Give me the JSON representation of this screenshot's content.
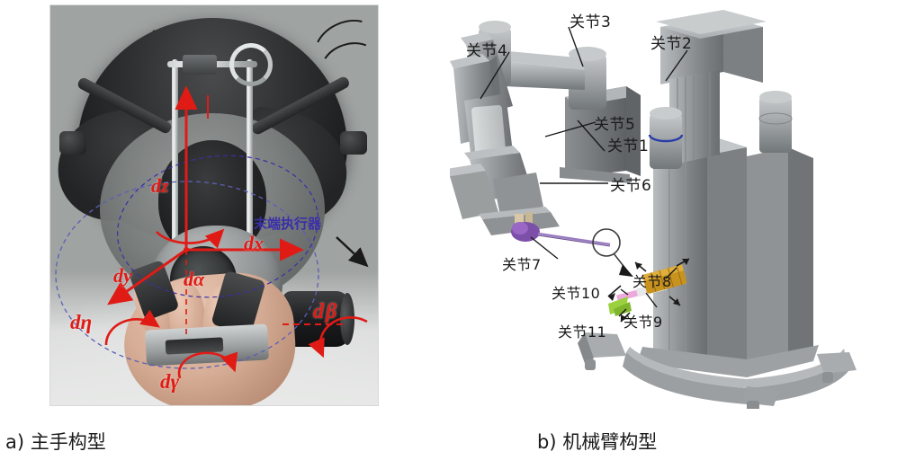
{
  "figure": {
    "captions": {
      "a": "a)  主手构型",
      "b": "b)  机械臂构型"
    }
  },
  "panel_a": {
    "name": "master-manipulator-photo",
    "annotations": {
      "dz": "dz",
      "dx": "dx",
      "dy": "dy",
      "dalpha": "dα",
      "deta": "dη",
      "dbeta": "dβ",
      "dgamma": "dγ",
      "end_effector": "末端执行器"
    },
    "colors": {
      "annotation_red": "#e01b16",
      "end_effector_blue": "#3a2fa8",
      "trajectory_dashed": "#5b5fb5"
    }
  },
  "panel_b": {
    "name": "robot-arm-cad",
    "joint_labels": [
      {
        "id": 1,
        "text": "关节1"
      },
      {
        "id": 2,
        "text": "关节2"
      },
      {
        "id": 3,
        "text": "关节3"
      },
      {
        "id": 4,
        "text": "关节4"
      },
      {
        "id": 5,
        "text": "关节5"
      },
      {
        "id": 6,
        "text": "关节6"
      },
      {
        "id": 7,
        "text": "关节7"
      },
      {
        "id": 8,
        "text": "关节8"
      },
      {
        "id": 9,
        "text": "关节9"
      },
      {
        "id": 10,
        "text": "关节10"
      },
      {
        "id": 11,
        "text": "关节11"
      }
    ],
    "colors": {
      "body_grey": "#9a9d9f",
      "body_grey_dark": "#6f7376",
      "body_grey_light": "#c2c6c8",
      "instrument_purple": "#7c4fa8",
      "instrument_gold": "#c8921f",
      "instrument_pink": "#e8a7d8",
      "instrument_green": "#8dc63f",
      "accent_blue": "#2b3ea8"
    }
  }
}
